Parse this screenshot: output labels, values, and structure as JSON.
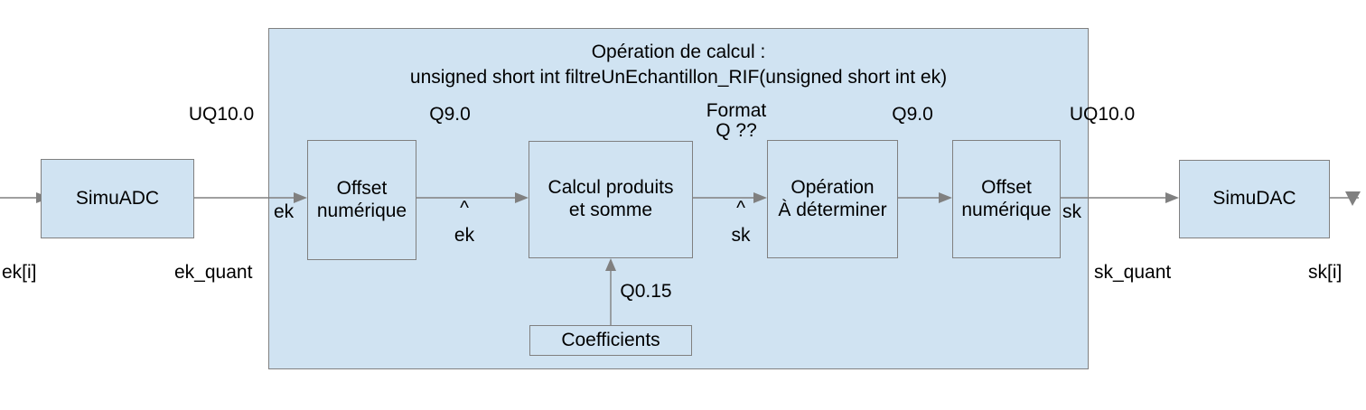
{
  "diagram": {
    "title_line1": "Opération de calcul :",
    "title_line2": "unsigned short int filtreUnEchantillon_RIF(unsigned short int ek)",
    "container_title": "Opération de calcul :\nunsigned short int filtreUnEchantillon_RIF(unsigned short int ek)",
    "colors": {
      "block_fill": "#d0e3f2",
      "block_border": "#808080",
      "wire": "#808080",
      "text": "#000000",
      "page_background": "#ffffff"
    },
    "blocks": {
      "simu_adc": "SimuADC",
      "offset_in": "Offset\nnumérique",
      "calcul": "Calcul produits\net somme",
      "operation": "Opération\nÀ déterminer",
      "offset_out": "Offset\nnumérique",
      "coefficients": "Coefficients",
      "simu_dac": "SimuDAC"
    },
    "format_labels": {
      "uq10_in": "UQ10.0",
      "q9_in": "Q9.0",
      "format_unknown": "Format\nQ ??",
      "q9_out": "Q9.0",
      "uq10_out": "UQ10.0",
      "q0_15": "Q0.15"
    },
    "signal_labels": {
      "ek_i": "ek[i]",
      "ek_quant": "ek_quant",
      "ek": "ek",
      "ek_hat": "^\nek",
      "sk_hat": "^\nsk",
      "sk": "sk",
      "sk_quant": "sk_quant",
      "sk_i": "sk[i]"
    }
  }
}
